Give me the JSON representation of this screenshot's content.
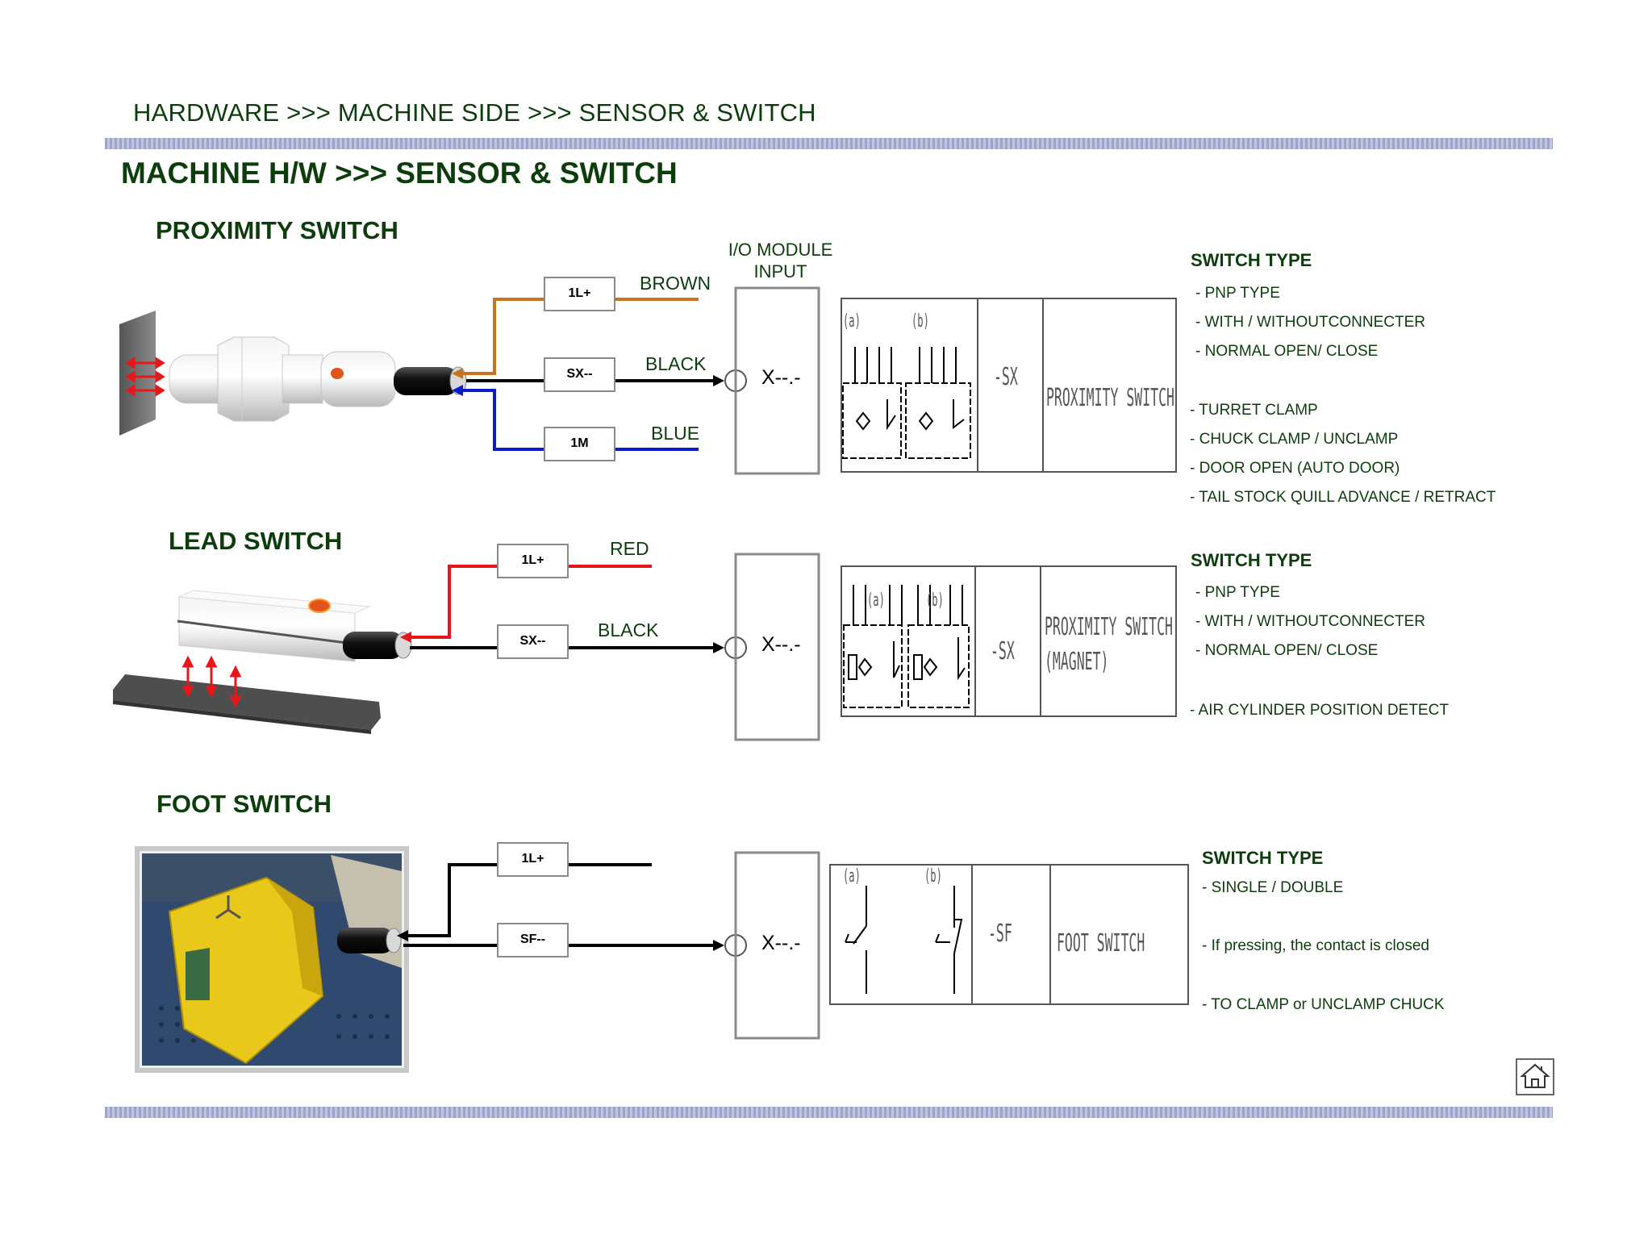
{
  "breadcrumb": "HARDWARE >>> MACHINE SIDE >>> SENSOR & SWITCH",
  "page_title": "MACHINE H/W >>> SENSOR & SWITCH",
  "io_module": {
    "line1": "I/O MODULE",
    "line2": "INPUT"
  },
  "proximity": {
    "title": "PROXIMITY SWITCH",
    "terminals": [
      "1L+",
      "SX--",
      "1M"
    ],
    "wires": [
      "BROWN",
      "BLACK",
      "BLUE"
    ],
    "input_label": "X--.-",
    "symbol": {
      "tag_a": "(a)",
      "tag_b": "(b)",
      "code": "-SX",
      "name": "PROXIMITY SWITCH"
    },
    "spec_heading": "SWITCH TYPE",
    "spec_items": [
      "- PNP TYPE",
      "- WITH / WITHOUTCONNECTER",
      "- NORMAL OPEN/ CLOSE"
    ],
    "uses": [
      "- TURRET CLAMP",
      "- CHUCK CLAMP / UNCLAMP",
      "- DOOR OPEN (AUTO DOOR)",
      "- TAIL STOCK QUILL ADVANCE / RETRACT"
    ]
  },
  "lead": {
    "title": "LEAD SWITCH",
    "terminals": [
      "1L+",
      "SX--"
    ],
    "wires": [
      "RED",
      "BLACK"
    ],
    "input_label": "X--.-",
    "symbol": {
      "tag_a": "(a)",
      "tag_b": "(b)",
      "code": "-SX",
      "name_line1": "PROXIMITY SWITCH",
      "name_line2": "(MAGNET)"
    },
    "spec_heading": "SWITCH TYPE",
    "spec_items": [
      "- PNP TYPE",
      "- WITH / WITHOUTCONNECTER",
      "- NORMAL OPEN/ CLOSE"
    ],
    "uses": [
      "- AIR CYLINDER POSITION DETECT"
    ]
  },
  "foot": {
    "title": "FOOT SWITCH",
    "terminals": [
      "1L+",
      "SF--"
    ],
    "input_label": "X--.-",
    "symbol": {
      "tag_a": "(a)",
      "tag_b": "(b)",
      "code": "-SF",
      "name": "FOOT SWITCH"
    },
    "spec_heading": "SWITCH TYPE",
    "spec_items": [
      "- SINGLE / DOUBLE",
      "- If pressing, the contact is closed",
      "- TO CLAMP or UNCLAMP CHUCK"
    ]
  },
  "colors": {
    "heading": "#0d3d0d",
    "brown": "#c8741e",
    "blue": "#0a1ccc",
    "red": "#e8161a",
    "band": "#a9add0"
  },
  "icons": {
    "home": "home-icon"
  }
}
